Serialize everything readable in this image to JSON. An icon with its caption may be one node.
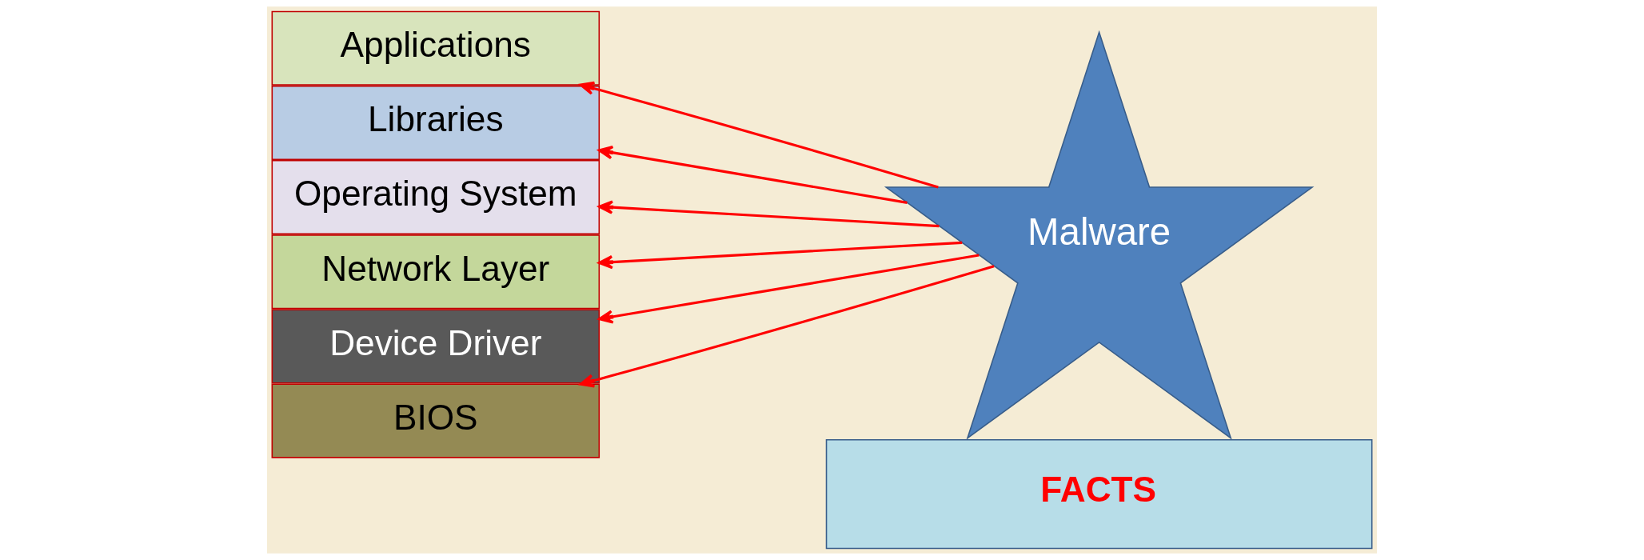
{
  "diagram": {
    "nodes": [
      {
        "text": [
          "Applications"
        ]
      },
      {
        "text": [
          "Libraries"
        ]
      },
      {
        "text": [
          "Operating System"
        ]
      },
      {
        "text": [
          "Network Layer"
        ]
      },
      {
        "text": [
          "Device Driver"
        ]
      },
      {
        "text": [
          "BIOS"
        ]
      },
      {
        "text": [
          "Malware"
        ]
      },
      {
        "text": [
          "FACTS"
        ]
      }
    ],
    "edges": [
      {
        "from": 6,
        "to": 0,
        "arrow": "to"
      },
      {
        "from": 6,
        "to": 1,
        "arrow": "to"
      },
      {
        "from": 6,
        "to": 2,
        "arrow": "to"
      },
      {
        "from": 6,
        "to": 3,
        "arrow": "to"
      },
      {
        "from": 6,
        "to": 4,
        "arrow": "to"
      },
      {
        "from": 6,
        "to": 5,
        "arrow": "to"
      }
    ]
  }
}
